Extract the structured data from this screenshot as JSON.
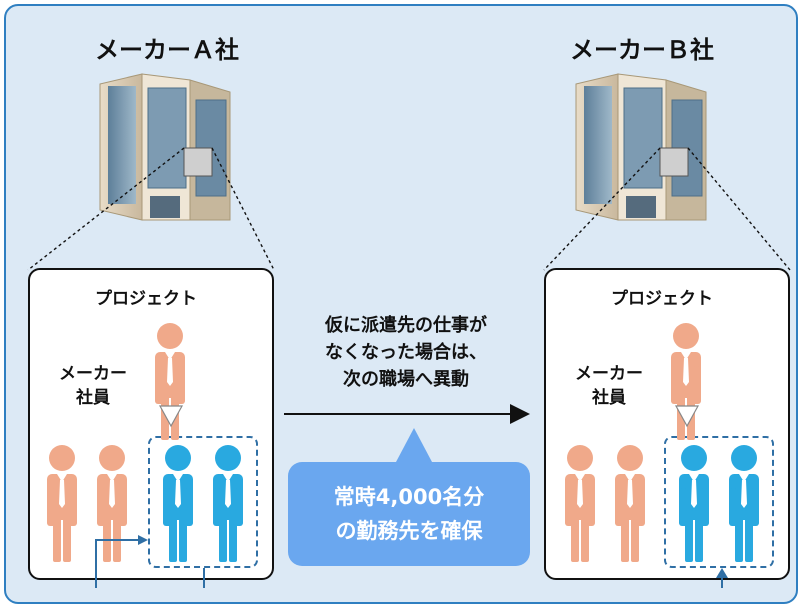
{
  "company_a": {
    "title": "メーカーＡ社"
  },
  "company_b": {
    "title": "メーカーＢ社"
  },
  "project_a": {
    "title": "プロジェクト",
    "staff_label_line1": "メーカー",
    "staff_label_line2": "社員"
  },
  "project_b": {
    "title": "プロジェクト",
    "staff_label_line1": "メーカー",
    "staff_label_line2": "社員"
  },
  "transfer": {
    "line1": "仮に派遣先の仕事が",
    "line2": "なくなった場合は、",
    "line3": "次の職場へ異動"
  },
  "callout": {
    "line1": "常時4,000名分",
    "line2": "の勤務先を確保"
  },
  "colors": {
    "frame_border": "#2f7fc1",
    "frame_fill": "#dce9f5",
    "maker_person": "#f0a98a",
    "dispatch_person": "#29a9e0",
    "callout_fill": "#6aa7ef"
  },
  "icons": [
    "building-icon",
    "person-icon",
    "arrow-right-icon",
    "down-triangle-icon"
  ]
}
